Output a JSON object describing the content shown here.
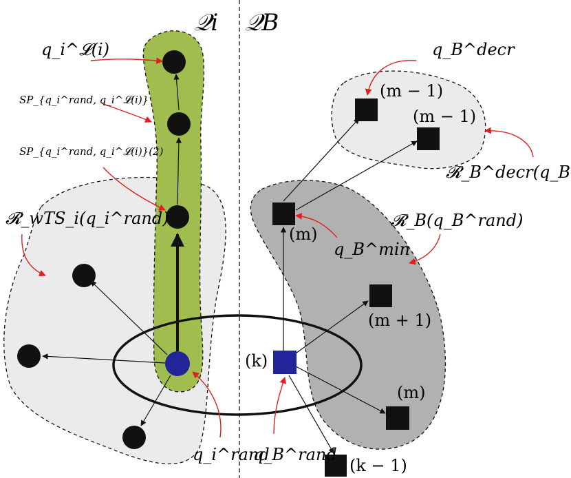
{
  "header": {
    "left_title": "𝒬i",
    "right_title": "𝒬B"
  },
  "labels": {
    "q_i_L": "q_i^𝓛(i)",
    "sp_full": "SP_{q_i^rand, q_i^𝓛(i)}",
    "sp_two": "SP_{q_i^rand, q_i^𝓛(i)}(2)",
    "reach_wts": "𝓡_wTS_i(q_i^rand)",
    "q_i_rand": "q_i^rand",
    "q_B_rand": "q_B^rand",
    "q_B_min": "q_B^min",
    "q_B_decr": "q_B^decr",
    "reach_B": "𝓡_B(q_B^rand)",
    "reach_B_decr": "𝓡_B^decr(q_B^min)"
  },
  "node_labels": {
    "m_minus_1_a": "(m − 1)",
    "m_minus_1_b": "(m − 1)",
    "m_a": "(m)",
    "m_plus_1": "(m + 1)",
    "m_b": "(m)",
    "k": "(k)",
    "k_minus_1": "(k − 1)"
  },
  "colors": {
    "green_region": "#a2bd4f",
    "light_region": "#ebebeb",
    "dark_region": "#b1b1b1",
    "blue_node": "#23239a",
    "black_node": "#111111",
    "red_arrow": "#e0201f"
  }
}
